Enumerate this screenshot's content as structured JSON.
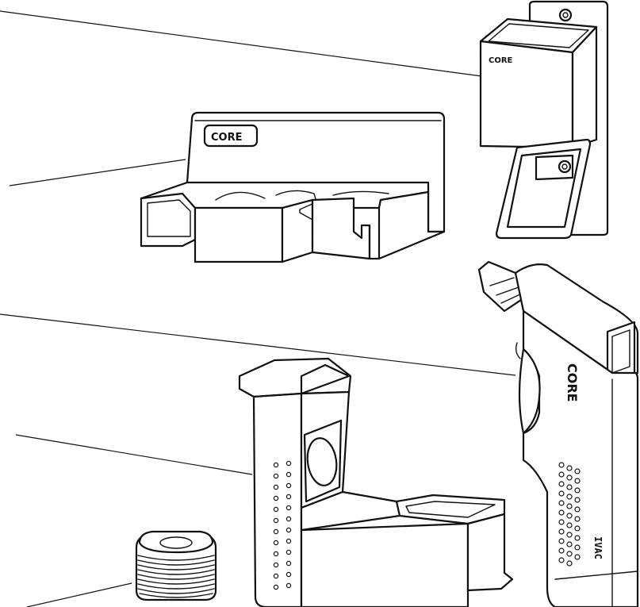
{
  "brand": {
    "logo_text": "CORE"
  },
  "parts": [
    {
      "name": "wall-bracket-holder"
    },
    {
      "name": "desk-cradle"
    },
    {
      "name": "handheld-device"
    },
    {
      "name": "charging-base"
    },
    {
      "name": "probe-cover-stack"
    }
  ],
  "device": {
    "model_label": "IVAC"
  }
}
